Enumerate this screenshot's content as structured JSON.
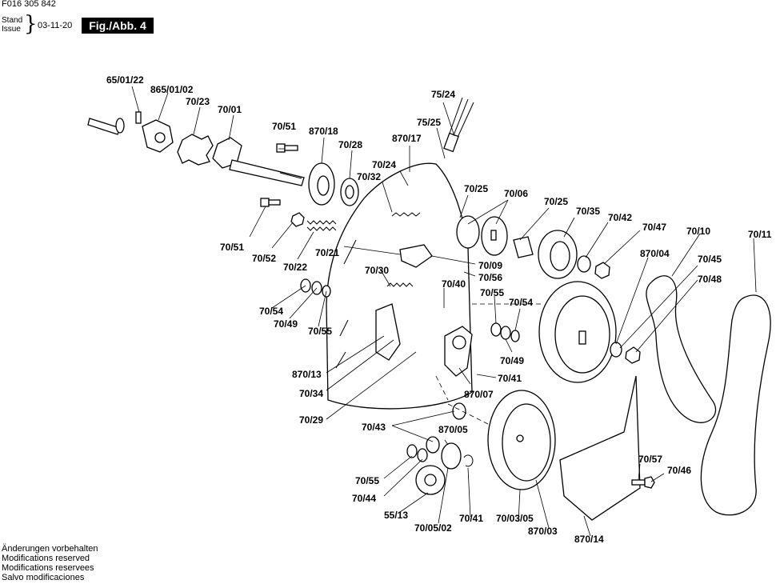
{
  "header": {
    "doc_number": "F016 305 842",
    "stand_label": "Stand",
    "issue_label": "Issue",
    "date": "03-11-20",
    "figure": "Fig./Abb. 4"
  },
  "footer": {
    "lines": [
      "Änderungen vorbehalten",
      "Modifications reserved",
      "Modifications reservees",
      "Salvo modificaciones"
    ]
  },
  "labels": {
    "l_65_01_22": "65/01/22",
    "l_865_01_02": "865/01/02",
    "l_70_23": "70/23",
    "l_70_01": "70/01",
    "l_70_51a": "70/51",
    "l_870_18": "870/18",
    "l_70_28": "70/28",
    "l_870_17": "870/17",
    "l_75_24": "75/24",
    "l_75_25": "75/25",
    "l_70_24": "70/24",
    "l_70_32": "70/32",
    "l_70_25a": "70/25",
    "l_70_06": "70/06",
    "l_70_25b": "70/25",
    "l_70_35": "70/35",
    "l_70_42": "70/42",
    "l_70_47": "70/47",
    "l_70_10": "70/10",
    "l_70_11": "70/11",
    "l_70_51b": "70/51",
    "l_70_52": "70/52",
    "l_70_22": "70/22",
    "l_70_21": "70/21",
    "l_70_30": "70/30",
    "l_70_09": "70/09",
    "l_70_56": "70/56",
    "l_870_04": "870/04",
    "l_70_45": "70/45",
    "l_70_48": "70/48",
    "l_70_40": "70/40",
    "l_70_54a": "70/54",
    "l_70_49a": "70/49",
    "l_70_55a": "70/55",
    "l_70_55b": "70/55",
    "l_70_54b": "70/54",
    "l_70_49b": "70/49",
    "l_70_41a": "70/41",
    "l_870_13": "870/13",
    "l_70_34": "70/34",
    "l_870_07": "870/07",
    "l_70_29": "70/29",
    "l_70_43": "70/43",
    "l_870_05": "870/05",
    "l_70_55c": "70/55",
    "l_70_44": "70/44",
    "l_55_13": "55/13",
    "l_70_05_02": "70/05/02",
    "l_70_41b": "70/41",
    "l_70_03_05": "70/03/05",
    "l_870_03": "870/03",
    "l_870_14": "870/14",
    "l_70_57": "70/57",
    "l_70_46": "70/46"
  }
}
